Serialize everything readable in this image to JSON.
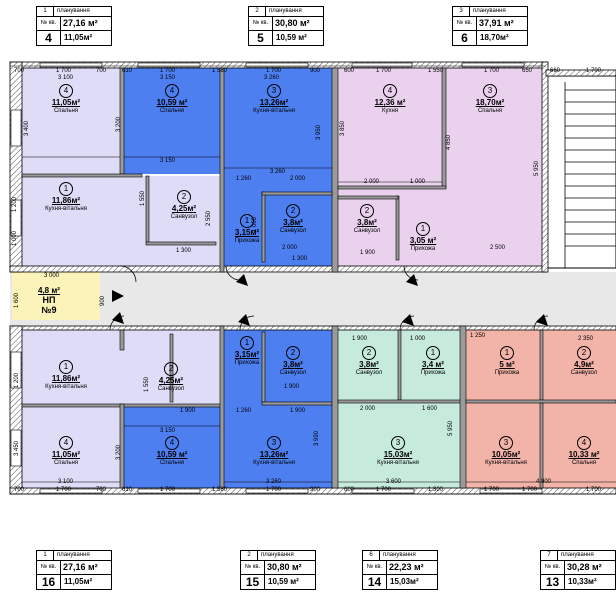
{
  "labels": {
    "plan": "планування",
    "nkv": "№ кв."
  },
  "apartment_tags": [
    {
      "id": "tag-4",
      "plan_no": "1",
      "apt": "4",
      "area": "27,16 м²",
      "living": "11,05м²"
    },
    {
      "id": "tag-5",
      "plan_no": "2",
      "apt": "5",
      "area": "30,80 м²",
      "living": "10,59 м²"
    },
    {
      "id": "tag-6",
      "plan_no": "3",
      "apt": "6",
      "area": "37,91 м²",
      "living": "18,70м²"
    },
    {
      "id": "tag-16",
      "plan_no": "1",
      "apt": "16",
      "area": "27,16 м²",
      "living": "11,05м²"
    },
    {
      "id": "tag-15",
      "plan_no": "2",
      "apt": "15",
      "area": "30,80 м²",
      "living": "10,59 м²"
    },
    {
      "id": "tag-14",
      "plan_no": "6",
      "apt": "14",
      "area": "22,23 м²",
      "living": "15,03м²"
    },
    {
      "id": "tag-13",
      "plan_no": "7",
      "apt": "13",
      "area": "30,28 м²",
      "living": "10,33м²"
    }
  ],
  "rooms": [
    {
      "n": "4",
      "area": "11,05м²",
      "name": "Спальня"
    },
    {
      "n": "4",
      "area": "10,59 м²",
      "name": "Спальня"
    },
    {
      "n": "3",
      "area": "13,26м²",
      "name": "Кухня-вітальня"
    },
    {
      "n": "4",
      "area": "12,36 м²",
      "name": "Кухня"
    },
    {
      "n": "3",
      "area": "18,70м²",
      "name": "Спальня"
    },
    {
      "n": "1",
      "area": "11,86м²",
      "name": "Кухня-вітальня"
    },
    {
      "n": "2",
      "area": "4,25м²",
      "name": "Санвузол"
    },
    {
      "n": "1",
      "area": "3,15м²",
      "name": "Прихожа"
    },
    {
      "n": "2",
      "area": "3,8м²",
      "name": "Санвузол"
    },
    {
      "n": "2",
      "area": "3,8м²",
      "name": "Санвузол"
    },
    {
      "n": "1",
      "area": "3,05 м²",
      "name": "Прихожа"
    },
    {
      "n": "1",
      "area": "11,86м²",
      "name": "Кухня-вітальня"
    },
    {
      "n": "2",
      "area": "4,25м²",
      "name": "Санвузол"
    },
    {
      "n": "1",
      "area": "3,15м²",
      "name": "Прихожа"
    },
    {
      "n": "2",
      "area": "3,8м²",
      "name": "Санвузол"
    },
    {
      "n": "2",
      "area": "3,8м²",
      "name": "Санвузол"
    },
    {
      "n": "1",
      "area": "3,4 м²",
      "name": "Прихожа"
    },
    {
      "n": "1",
      "area": "5 м²",
      "name": "Прихожа"
    },
    {
      "n": "2",
      "area": "4,9м²",
      "name": "Санвузол"
    },
    {
      "n": "4",
      "area": "11,05м²",
      "name": "Спальня"
    },
    {
      "n": "4",
      "area": "10,59 м²",
      "name": "Спальня"
    },
    {
      "n": "3",
      "area": "13,26м²",
      "name": "Кухня-вітальня"
    },
    {
      "n": "3",
      "area": "15,03м²",
      "name": "Кухня-вітальня"
    },
    {
      "n": "3",
      "area": "10,05м²",
      "name": "Кухня-вітальня"
    },
    {
      "n": "4",
      "area": "10,33 м²",
      "name": "Спальня"
    }
  ],
  "np_room": {
    "area": "4,8 м²",
    "name1": "НП",
    "name2": "№9"
  },
  "dims": [
    "700",
    "1 700",
    "700",
    "610",
    "1 700",
    "1 580",
    "1 700",
    "900",
    "600",
    "1 700",
    "1 550",
    "1 700",
    "650",
    "660",
    "1 700",
    "3 100",
    "3 150",
    "3 260",
    "3 150",
    "3 260",
    "1 260",
    "2 000",
    "2 000",
    "1 000",
    "2 000",
    "1 900",
    "2 500",
    "1 300",
    "1 300",
    "3 000",
    "1 900",
    "1 900",
    "1 000",
    "1 250",
    "2 350",
    "1 900",
    "1 260",
    "1 900",
    "2 000",
    "1 600",
    "3 150",
    "3 260",
    "3 600",
    "4 900",
    "3 100",
    "700",
    "1 700",
    "700",
    "610",
    "1 700",
    "1 580",
    "1 700",
    "900",
    "600",
    "1 700",
    "1 300",
    "1 700",
    "1 700",
    "1 700"
  ],
  "vdims": [
    "3 400",
    "3 200",
    "3 950",
    "3 850",
    "4 850",
    "5 950",
    "1 550",
    "2 550",
    "1 000",
    "1 200",
    "1 600",
    "900",
    "1 200",
    "1 550",
    "3 450",
    "3 200",
    "3 990",
    "5 950",
    "1 000"
  ],
  "colors": {
    "blue": "#4e7ff0",
    "lavender": "#dedcf6",
    "lilac": "#ead2ee",
    "mint": "#c6eadc",
    "salmon": "#f2b3a8",
    "yellow": "#fbf3b9",
    "corridor": "#e8e8e8"
  }
}
